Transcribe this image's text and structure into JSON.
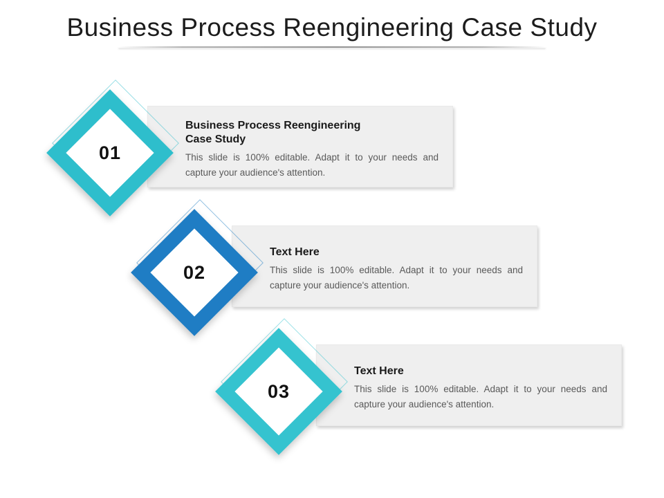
{
  "slide": {
    "title": "Business Process Reengineering Case Study"
  },
  "items": [
    {
      "number": "01",
      "heading": "Business Process Reengineering Case Study",
      "body": "This slide is 100% editable. Adapt it to your needs and capture your audience's attention.",
      "color": "#2EBECC"
    },
    {
      "number": "02",
      "heading": "Text Here",
      "body": "This slide is 100% editable. Adapt it to your needs and capture your audience's attention.",
      "color": "#1F7DC4"
    },
    {
      "number": "03",
      "heading": "Text Here",
      "body": "This slide is 100% editable. Adapt it to your needs and capture your audience's attention.",
      "color": "#35C3CF"
    }
  ]
}
